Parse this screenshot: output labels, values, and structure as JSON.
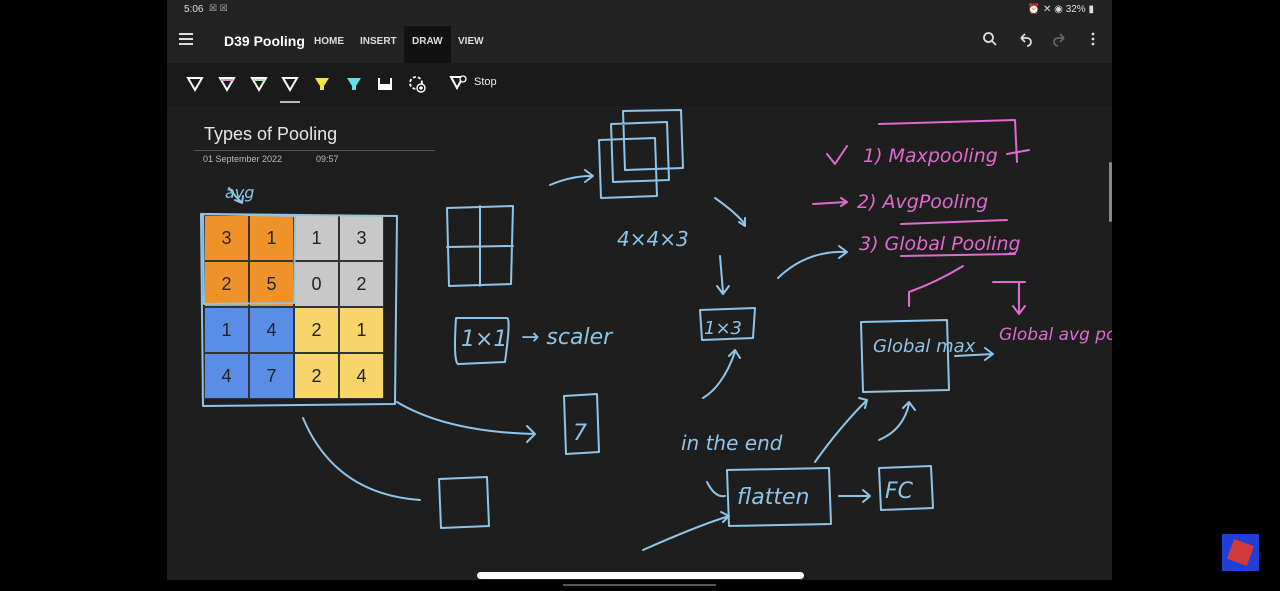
{
  "status_bar": {
    "time": "5:06",
    "notif_icons": "☒ ☒",
    "battery": "32%",
    "right_icons": "⏰ ✕ ◉ "
  },
  "header": {
    "doc_title": "D39 Pooling",
    "tabs": [
      {
        "label": "HOME",
        "active": false
      },
      {
        "label": "INSERT",
        "active": false
      },
      {
        "label": "DRAW",
        "active": true
      },
      {
        "label": "VIEW",
        "active": false
      }
    ],
    "icons": [
      "search-icon",
      "undo-icon",
      "redo-icon",
      "more-vert-icon"
    ]
  },
  "draw_toolbar": {
    "pens": [
      {
        "name": "pen-white",
        "color": "#ffffff"
      },
      {
        "name": "pen-pink",
        "color": "#e88ad6"
      },
      {
        "name": "pen-green",
        "color": "#a6e6a0"
      },
      {
        "name": "pen-white-selected",
        "color": "#ffffff"
      },
      {
        "name": "highlighter-yellow",
        "color": "#f2e63c"
      },
      {
        "name": "highlighter-cyan",
        "color": "#5fe3e6"
      },
      {
        "name": "eraser",
        "color": "#ffffff"
      },
      {
        "name": "lasso-add",
        "color": "#ffffff"
      }
    ],
    "stop_label": "Stop"
  },
  "page": {
    "title": "Types of Pooling",
    "date": "01 September 2022",
    "time": "09:57"
  },
  "grid": {
    "rows": [
      [
        {
          "value": "3",
          "color": "#f0922a"
        },
        {
          "value": "1",
          "color": "#f0922a"
        },
        {
          "value": "1",
          "color": "#c8c8c8"
        },
        {
          "value": "3",
          "color": "#c8c8c8"
        }
      ],
      [
        {
          "value": "2",
          "color": "#f0922a"
        },
        {
          "value": "5",
          "color": "#f0922a"
        },
        {
          "value": "0",
          "color": "#c8c8c8"
        },
        {
          "value": "2",
          "color": "#c8c8c8"
        }
      ],
      [
        {
          "value": "1",
          "color": "#5a8ee6"
        },
        {
          "value": "4",
          "color": "#5a8ee6"
        },
        {
          "value": "2",
          "color": "#f7d56a"
        },
        {
          "value": "1",
          "color": "#f7d56a"
        }
      ],
      [
        {
          "value": "4",
          "color": "#5a8ee6"
        },
        {
          "value": "7",
          "color": "#5a8ee6"
        },
        {
          "value": "2",
          "color": "#f7d56a"
        },
        {
          "value": "4",
          "color": "#f7d56a"
        }
      ]
    ]
  },
  "handwriting": {
    "avg_note": "avg",
    "dims": "4×4×3",
    "one_by_one": "1×1",
    "scalar": "→ scaler",
    "one_by_three": "1×3",
    "seven": "7",
    "in_the_end": "in the end",
    "flatten": "flatten",
    "fc": "FC",
    "list_1": "1) Maxpooling",
    "list_2": "2) AvgPooling",
    "list_3": "3) Global Pooling",
    "global_max": "Global max",
    "global_avg": "Global avg pooling",
    "ink_blue": "#8fc3e8",
    "ink_pink": "#e06ad0"
  }
}
